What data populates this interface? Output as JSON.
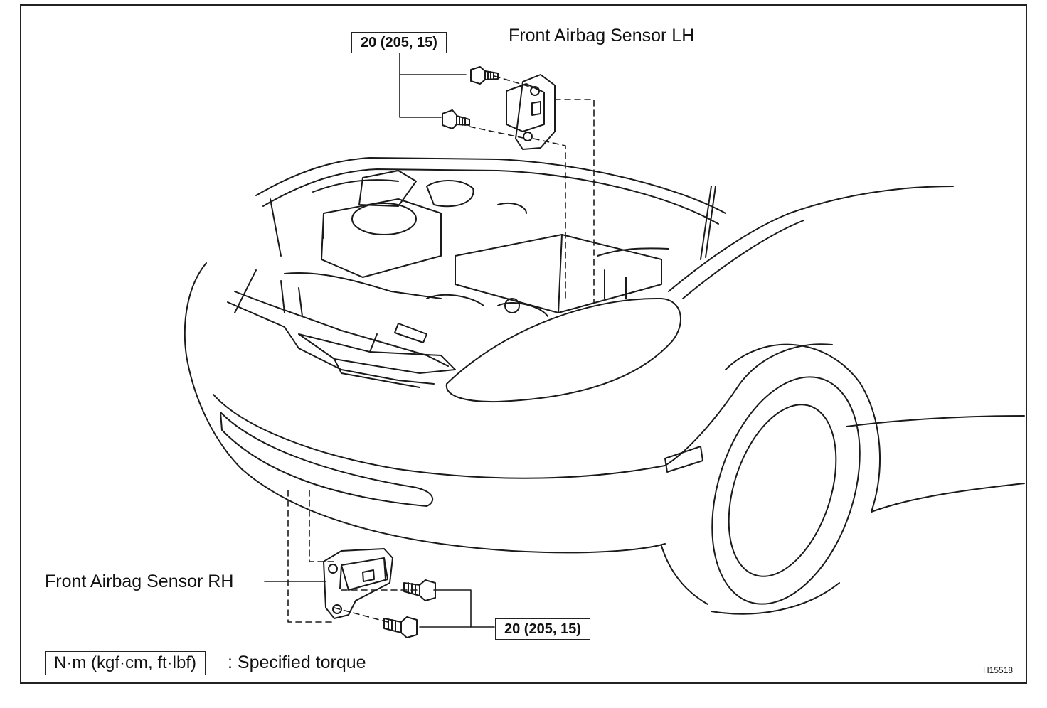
{
  "labels": {
    "sensor_lh": "Front Airbag Sensor LH",
    "sensor_rh": "Front Airbag Sensor RH"
  },
  "torque": {
    "top": "20 (205, 15)",
    "bottom": "20 (205, 15)"
  },
  "legend": {
    "units": "N·m (kgf·cm, ft·lbf)",
    "description": ": Specified torque"
  },
  "figure_code": "H15518"
}
